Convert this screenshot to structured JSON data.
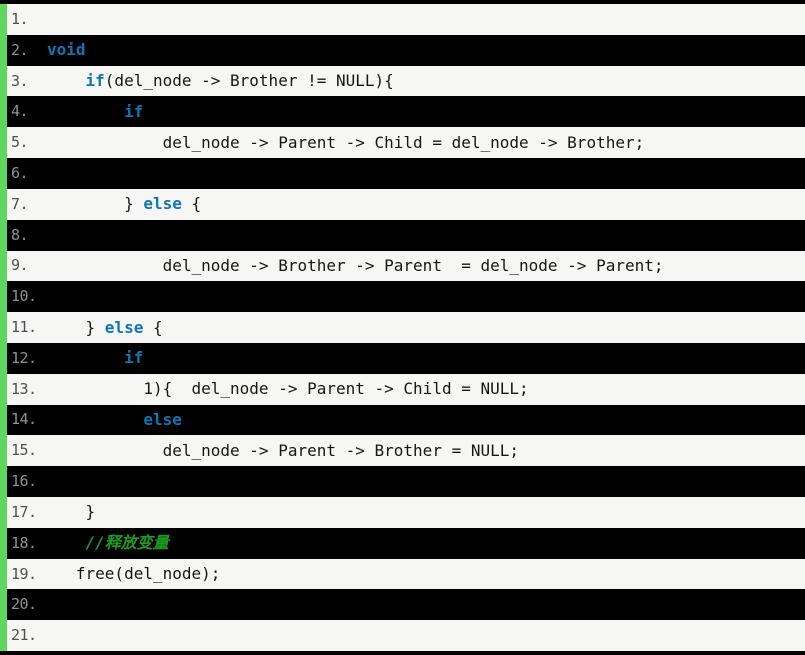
{
  "editor": {
    "description": "code snippet view with alternating revealed (light) and hidden (black) lines",
    "language": "c"
  },
  "colors": {
    "keyword_blue": "#0f76b2",
    "comment_green": "#1f9a1f",
    "gutter_bar_green": "#5fd75f",
    "row_light_bg": "#f6f6f4",
    "row_dark_bg": "#000000",
    "code_text": "#161616",
    "line_number_on_light": "#4d4f52",
    "line_number_on_dark": "#8f9193"
  },
  "lines": [
    {
      "num": "1.",
      "bg": "light",
      "segments": []
    },
    {
      "num": "2.",
      "bg": "dark",
      "segments": [
        {
          "text": "void",
          "style": "keyword"
        }
      ]
    },
    {
      "num": "3.",
      "bg": "light",
      "segments": [
        {
          "text": "    ",
          "style": "plain"
        },
        {
          "text": "if",
          "style": "keyword"
        },
        {
          "text": "(del_node -> Brother != NULL){",
          "style": "plain"
        }
      ]
    },
    {
      "num": "4.",
      "bg": "dark",
      "segments": [
        {
          "text": "        ",
          "style": "plain"
        },
        {
          "text": "if",
          "style": "keyword"
        }
      ]
    },
    {
      "num": "5.",
      "bg": "light",
      "segments": [
        {
          "text": "            del_node -> Parent -> Child = del_node -> Brother;",
          "style": "plain"
        }
      ]
    },
    {
      "num": "6.",
      "bg": "dark",
      "segments": []
    },
    {
      "num": "7.",
      "bg": "light",
      "segments": [
        {
          "text": "        } ",
          "style": "plain"
        },
        {
          "text": "else",
          "style": "keyword"
        },
        {
          "text": " {",
          "style": "plain"
        }
      ]
    },
    {
      "num": "8.",
      "bg": "dark",
      "segments": []
    },
    {
      "num": "9.",
      "bg": "light",
      "segments": [
        {
          "text": "            del_node -> Brother -> Parent  = del_node -> Parent;",
          "style": "plain"
        }
      ]
    },
    {
      "num": "10.",
      "bg": "dark",
      "segments": []
    },
    {
      "num": "11.",
      "bg": "light",
      "segments": [
        {
          "text": "    } ",
          "style": "plain"
        },
        {
          "text": "else",
          "style": "keyword"
        },
        {
          "text": " {",
          "style": "plain"
        }
      ]
    },
    {
      "num": "12.",
      "bg": "dark",
      "segments": [
        {
          "text": "        ",
          "style": "plain"
        },
        {
          "text": "if",
          "style": "keyword"
        }
      ]
    },
    {
      "num": "13.",
      "bg": "light",
      "segments": [
        {
          "text": "          1){  del_node -> Parent -> Child = NULL;",
          "style": "plain"
        }
      ]
    },
    {
      "num": "14.",
      "bg": "dark",
      "segments": [
        {
          "text": "          ",
          "style": "plain"
        },
        {
          "text": "else",
          "style": "keyword"
        }
      ]
    },
    {
      "num": "15.",
      "bg": "light",
      "segments": [
        {
          "text": "            del_node -> Parent -> Brother = NULL;",
          "style": "plain"
        }
      ]
    },
    {
      "num": "16.",
      "bg": "dark",
      "segments": []
    },
    {
      "num": "17.",
      "bg": "light",
      "segments": [
        {
          "text": "    }",
          "style": "plain"
        }
      ]
    },
    {
      "num": "18.",
      "bg": "dark",
      "segments": [
        {
          "text": "    ",
          "style": "plain"
        },
        {
          "text": "//释放变量",
          "style": "comment"
        }
      ]
    },
    {
      "num": "19.",
      "bg": "light",
      "segments": [
        {
          "text": "   free(del_node);",
          "style": "plain"
        }
      ]
    },
    {
      "num": "20.",
      "bg": "dark",
      "segments": []
    },
    {
      "num": "21.",
      "bg": "light",
      "segments": []
    }
  ]
}
